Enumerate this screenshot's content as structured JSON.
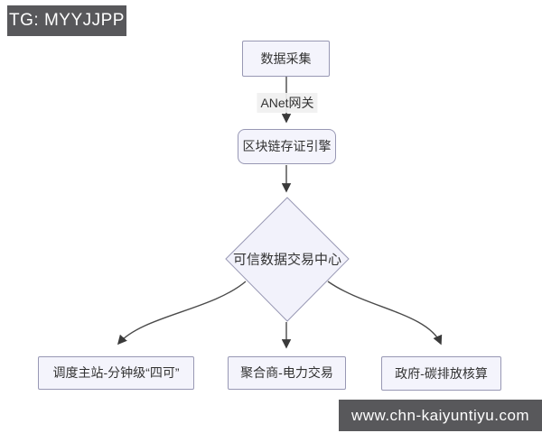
{
  "badges": {
    "telegram": "TG: MYYJJPP",
    "website": "www.chn-kaiyuntiyu.com"
  },
  "flowchart": {
    "nodes": [
      {
        "id": "data-collection",
        "label": "数据采集",
        "shape": "rectangle"
      },
      {
        "id": "blockchain-evidence-engine",
        "label": "区块链存证引擎",
        "shape": "rounded-rectangle"
      },
      {
        "id": "trusted-data-exchange-center",
        "label": "可信数据交易中心",
        "shape": "diamond"
      },
      {
        "id": "dispatch-master-station",
        "label": "调度主站-分钟级“四可”",
        "shape": "rectangle"
      },
      {
        "id": "aggregator-power-trading",
        "label": "聚合商-电力交易",
        "shape": "rectangle"
      },
      {
        "id": "government-carbon-accounting",
        "label": "政府-碳排放核算",
        "shape": "rectangle"
      }
    ],
    "edges": [
      {
        "from": "data-collection",
        "to": "blockchain-evidence-engine",
        "label": "ANet网关"
      },
      {
        "from": "blockchain-evidence-engine",
        "to": "trusted-data-exchange-center",
        "label": ""
      },
      {
        "from": "trusted-data-exchange-center",
        "to": "dispatch-master-station",
        "label": ""
      },
      {
        "from": "trusted-data-exchange-center",
        "to": "aggregator-power-trading",
        "label": ""
      },
      {
        "from": "trusted-data-exchange-center",
        "to": "government-carbon-accounting",
        "label": ""
      }
    ]
  },
  "colors": {
    "node_fill": "#f4f4fc",
    "node_border": "#9898b4",
    "edge_line": "#4a4a4a",
    "badge_background": "#58585b",
    "badge_text": "#ffffff",
    "node_text": "#333333",
    "canvas_background": "#ffffff"
  }
}
